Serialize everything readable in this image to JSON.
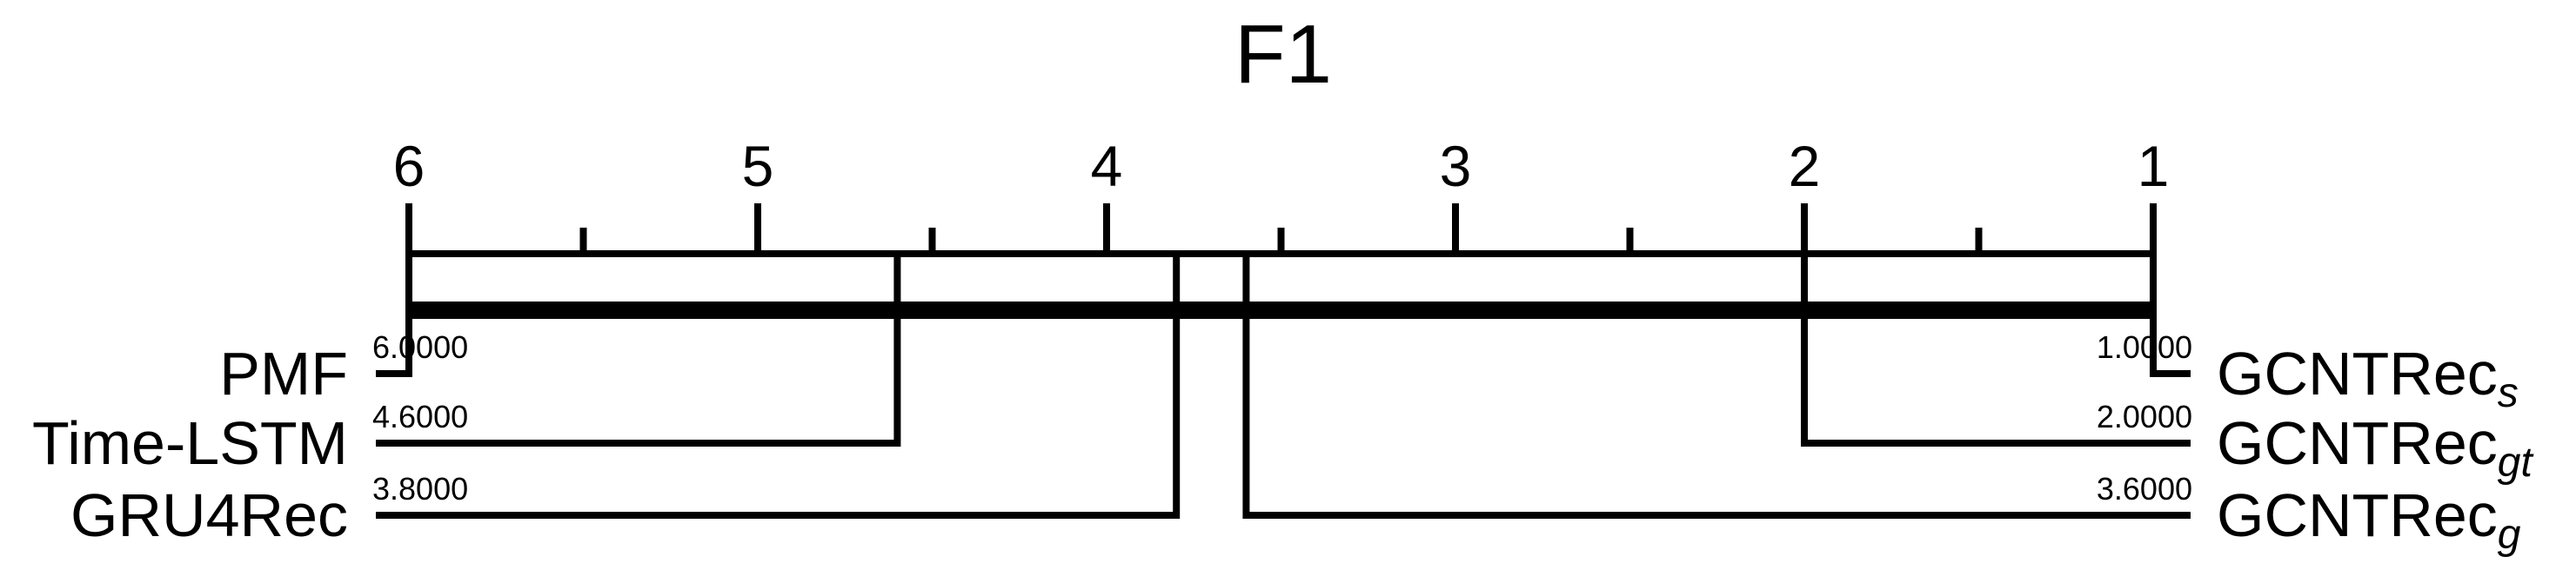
{
  "chart_data": {
    "type": "critical-difference-diagram",
    "title": "F1",
    "axis": {
      "range": [
        1,
        6
      ],
      "reversed": true,
      "major_ticks": [
        6,
        5,
        4,
        3,
        2,
        1
      ],
      "minor_ticks": [
        5.5,
        4.5,
        3.5,
        2.5,
        1.5
      ]
    },
    "methods": [
      {
        "name": "PMF",
        "subscript": "",
        "rank": 6.0,
        "rank_label": "6.0000",
        "side": "left"
      },
      {
        "name": "Time-LSTM",
        "subscript": "",
        "rank": 4.6,
        "rank_label": "4.6000",
        "side": "left"
      },
      {
        "name": "GRU4Rec",
        "subscript": "",
        "rank": 3.8,
        "rank_label": "3.8000",
        "side": "left"
      },
      {
        "name": "GCNTRec",
        "subscript": "s",
        "rank": 1.0,
        "rank_label": "1.0000",
        "side": "right"
      },
      {
        "name": "GCNTRec",
        "subscript": "gt",
        "rank": 2.0,
        "rank_label": "2.0000",
        "side": "right"
      },
      {
        "name": "GCNTRec",
        "subscript": "g",
        "rank": 3.6,
        "rank_label": "3.6000",
        "side": "right"
      }
    ],
    "cliques": [
      {
        "from": 1.0,
        "to": 6.0
      }
    ]
  }
}
